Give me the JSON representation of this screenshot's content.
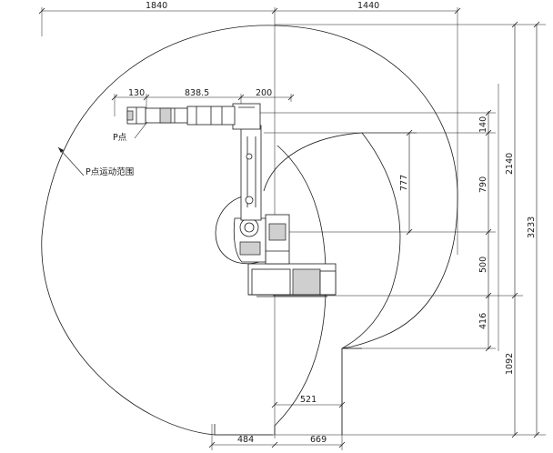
{
  "colors": {
    "line": "#1a1a1a",
    "background": "#ffffff",
    "body_shade": "#cfcfcf"
  },
  "dimensions": {
    "top_left": "1840",
    "top_right": "1440",
    "wrist_offset": "130",
    "arm_length": "838.5",
    "tool_offset": "200",
    "v_140": "140",
    "v_790": "790",
    "v_777": "777",
    "v_500": "500",
    "v_416": "416",
    "v_1092": "1092",
    "v_2140": "2140",
    "v_3233": "3233",
    "h_521": "521",
    "bottom_484": "484",
    "bottom_669": "669"
  },
  "labels": {
    "p_point": "P点",
    "p_range": "P点运动范围"
  }
}
